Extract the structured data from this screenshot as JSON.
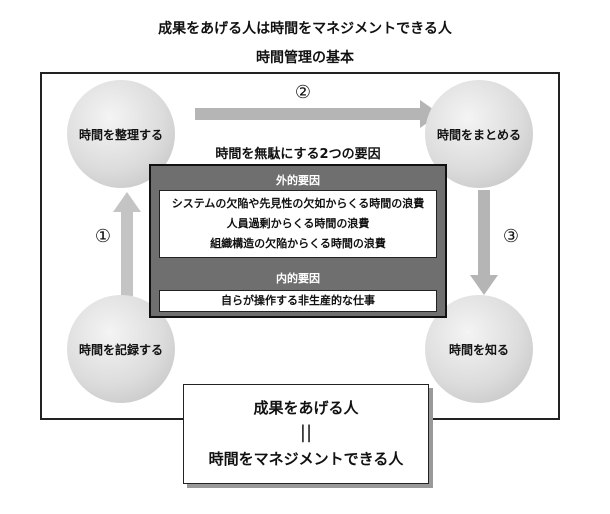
{
  "header": {
    "subtitle": "成果をあげる人は時間をマネジメントできる人",
    "title": "時間管理の基本"
  },
  "circles": {
    "organize": "時間を整理する",
    "summarize": "時間をまとめる",
    "record": "時間を記録する",
    "know": "時間を知る"
  },
  "steps": {
    "one": "①",
    "two": "②",
    "three": "③"
  },
  "factors": {
    "title": "時間を無駄にする2つの要因",
    "external_label": "外的要因",
    "external_items": [
      "システムの欠陥や先見性の欠如からくる時間の浪費",
      "人員過剰からくる時間の浪費",
      "組織構造の欠陥からくる時間の浪費"
    ],
    "internal_label": "内的要因",
    "internal_items": [
      "自らが操作する非生産的な仕事"
    ]
  },
  "result": {
    "line1": "成果をあげる人",
    "equals": "||",
    "line2": "時間をマネジメントできる人"
  }
}
